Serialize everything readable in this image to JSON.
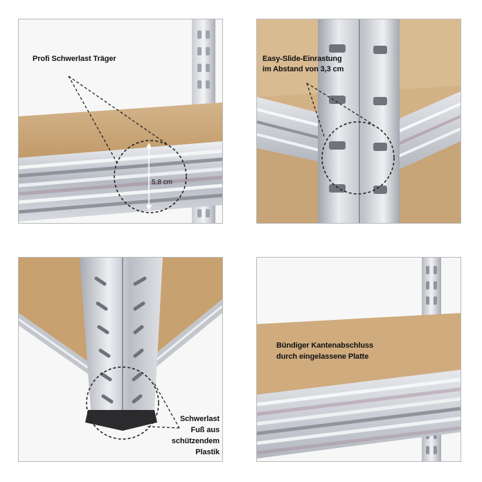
{
  "panels": [
    {
      "caption": "Profi Schwerlast Träger",
      "measure": "5,8 cm"
    },
    {
      "caption_line1": "Easy-Slide-Einrastung",
      "caption_line2": "im Abstand von 3,3 cm"
    },
    {
      "caption_line1": "Schwerlast",
      "caption_line2": "Fuß aus",
      "caption_line3": "schützendem",
      "caption_line4": "Plastik"
    },
    {
      "caption_line1": "Bündiger Kantenabschluss",
      "caption_line2": "durch eingelassene Platte"
    }
  ],
  "colors": {
    "board": "#c9a67a",
    "board_dark": "#b78f5f",
    "steel_light": "#e4e6ea",
    "steel_mid": "#b9bcc3",
    "steel_dark": "#8c9098",
    "frame": "#b9b9b9"
  }
}
